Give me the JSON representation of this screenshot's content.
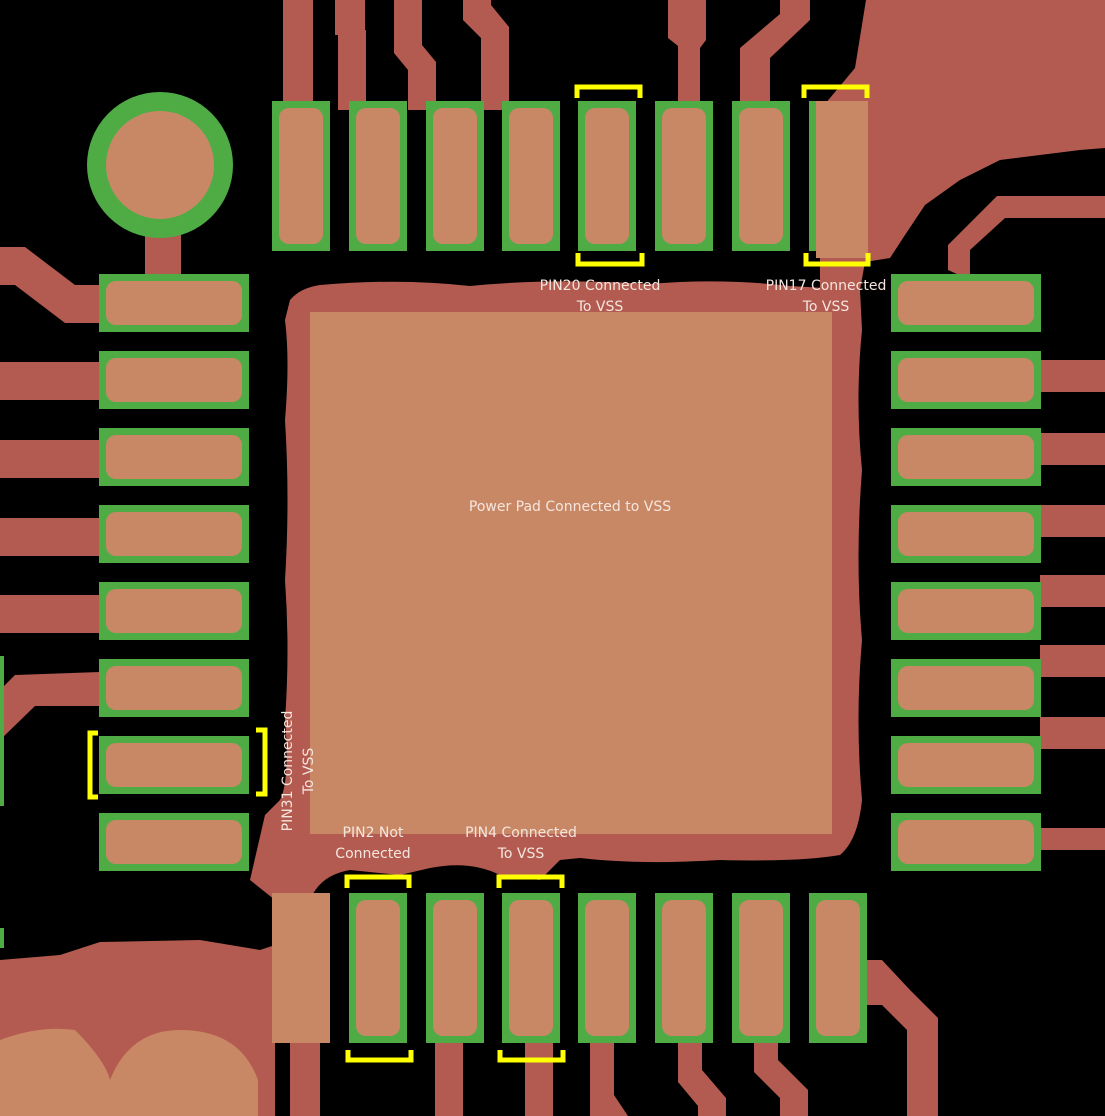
{
  "colors": {
    "background": "#000000",
    "copper": "#b35b50",
    "pad_paste": "#c98865",
    "solder_mask_green": "#4fac45",
    "highlight_yellow": "#ffff00",
    "label_text": "#f4e6df"
  },
  "labels": {
    "power_pad": "Power Pad Connected to VSS",
    "pin20": [
      "PIN20 Connected",
      "To VSS"
    ],
    "pin17": [
      "PIN17 Connected",
      "To VSS"
    ],
    "pin31": [
      "PIN31 Connected",
      "To VSS"
    ],
    "pin2": [
      "PIN2 Not",
      "Connected"
    ],
    "pin4": [
      "PIN4 Connected",
      "To VSS"
    ]
  },
  "highlighted_pins": [
    "PIN20",
    "PIN17",
    "PIN31",
    "PIN2",
    "PIN4"
  ]
}
